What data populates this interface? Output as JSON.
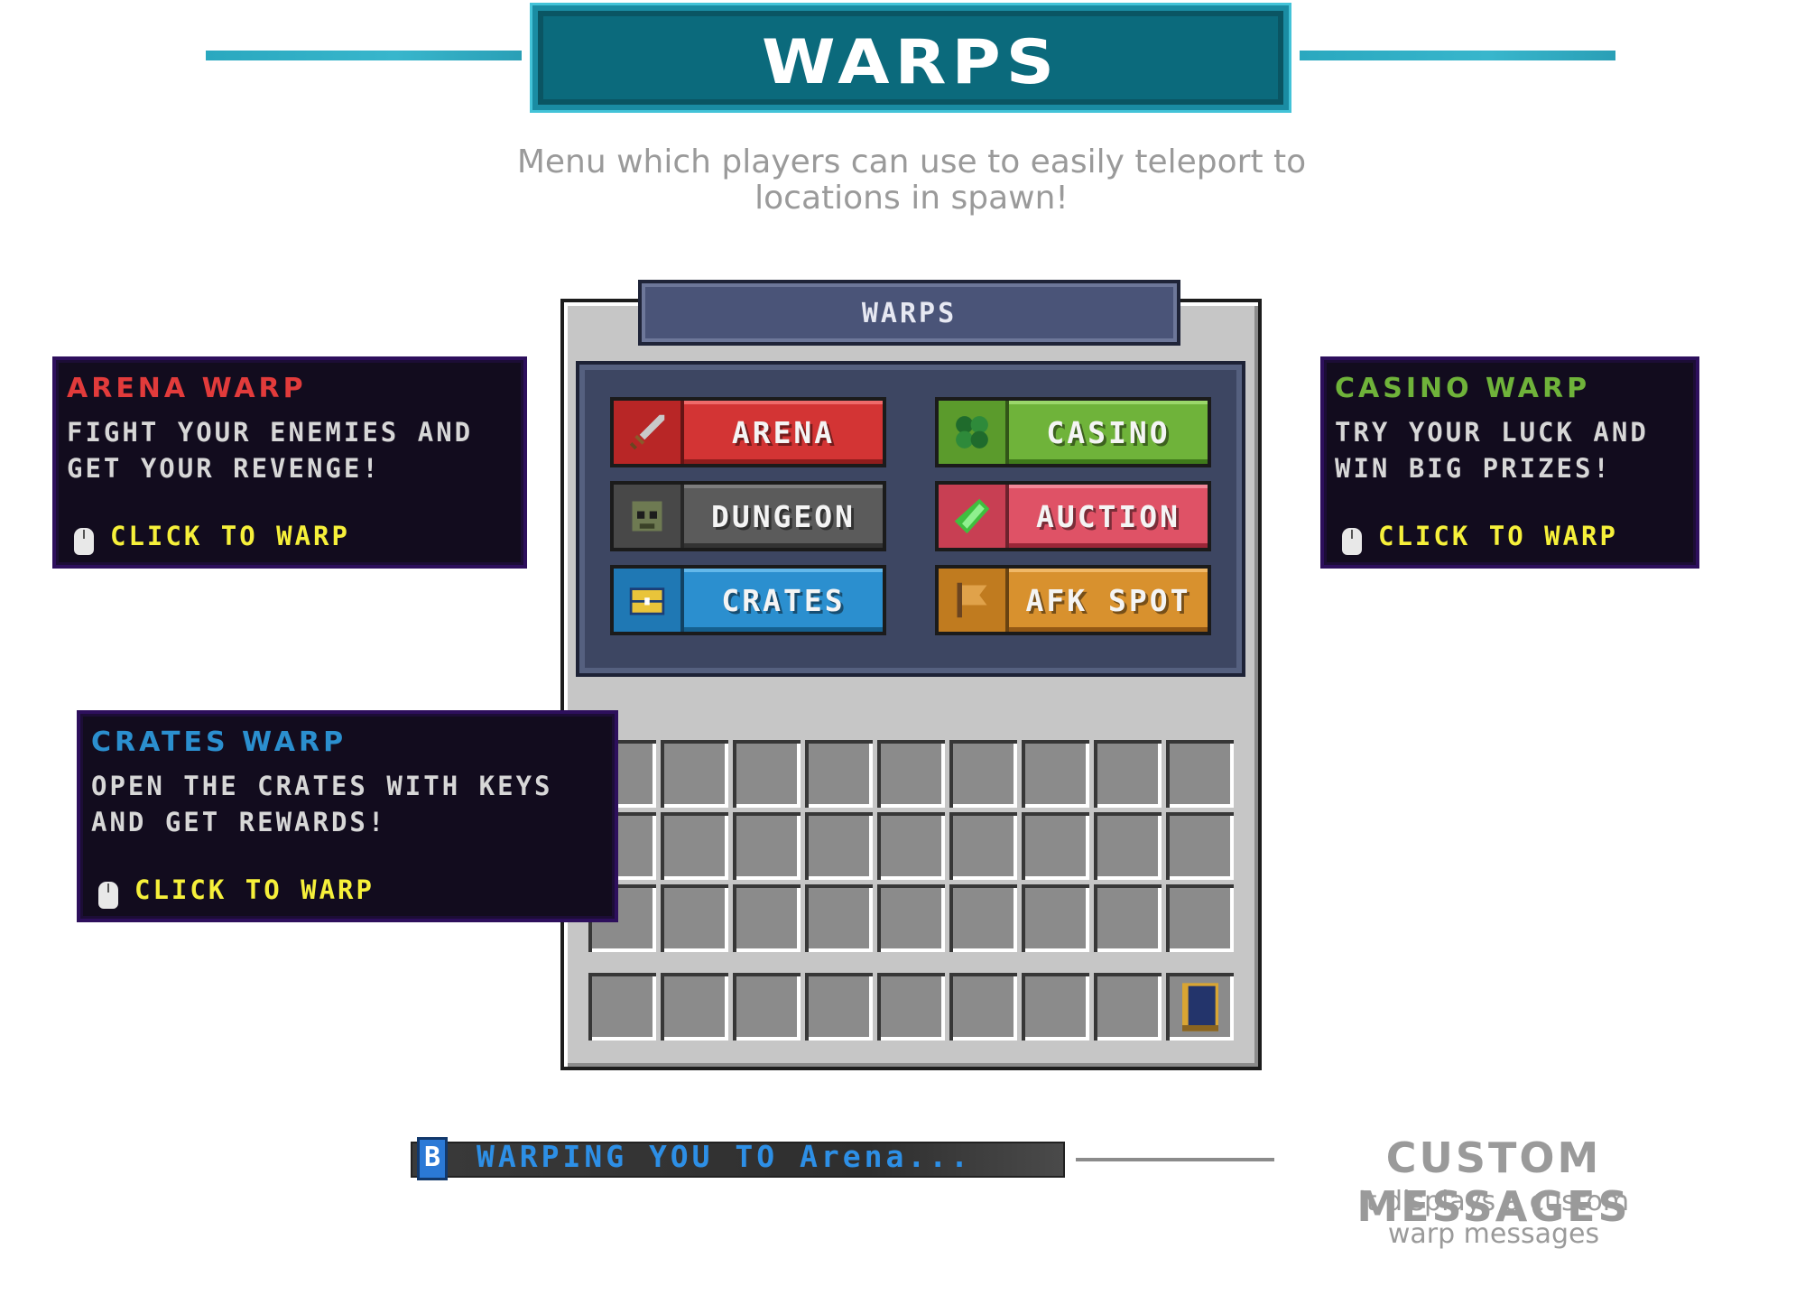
{
  "header": {
    "title": "WARPS",
    "subtitle": "Menu which players can use to easily teleport to locations in spawn!"
  },
  "gui": {
    "title": "WARPS",
    "buttons": [
      {
        "label": "ARENA",
        "icon": "sword-icon",
        "color": "#d33434"
      },
      {
        "label": "DUNGEON",
        "icon": "zombie-head-icon",
        "color": "#5b5b5b"
      },
      {
        "label": "CRATES",
        "icon": "chest-icon",
        "color": "#2b8fcf"
      },
      {
        "label": "CASINO",
        "icon": "clover-icon",
        "color": "#6fb33a"
      },
      {
        "label": "AUCTION",
        "icon": "emerald-icon",
        "color": "#df5266"
      },
      {
        "label": "AFK SPOT",
        "icon": "flag-icon",
        "color": "#d8912e"
      }
    ],
    "book_icon": "book-icon"
  },
  "tooltips": {
    "arena": {
      "title": "ARENA WARP",
      "line1": "FIGHT YOUR ENEMIES AND",
      "line2": "GET YOUR REVENGE!",
      "cta": "CLICK TO WARP",
      "title_color": "#e23b3b"
    },
    "casino": {
      "title": "CASINO WARP",
      "line1": "TRY YOUR LUCK AND",
      "line2": "WIN BIG PRIZES!",
      "cta": "CLICK TO WARP",
      "title_color": "#6fb33a"
    },
    "crates": {
      "title": "CRATES WARP",
      "line1": "OPEN THE CRATES WITH KEYS",
      "line2": "AND GET REWARDS!",
      "cta": "CLICK TO WARP",
      "title_color": "#2b8fcf"
    }
  },
  "message_bar": {
    "icon_letter": "B",
    "text": "WARPING YOU TO Arena..."
  },
  "custom_messages": {
    "title": "CUSTOM MESSAGES",
    "line1": "It displays a custom",
    "line2": "warp messages"
  }
}
